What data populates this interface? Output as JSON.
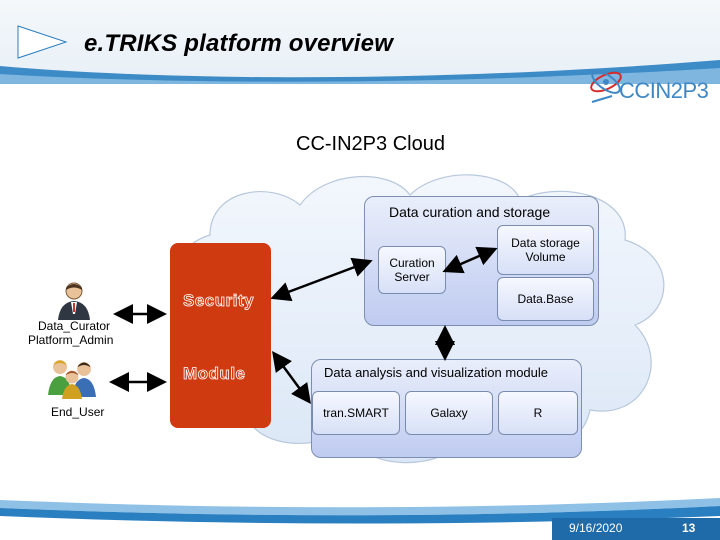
{
  "header": {
    "title": "e.TRIKS platform overview",
    "logo_text": "CCIN2P3"
  },
  "diagram": {
    "cloud_label": "CC-IN2P3 Cloud",
    "storage_panel": {
      "title": "Data curation and storage",
      "curation_server": "Curation Server",
      "storage_volume": "Data storage Volume",
      "database": "Data.Base"
    },
    "security_module": {
      "word1": "Security",
      "word2": "Module"
    },
    "analysis_panel": {
      "title": "Data analysis and visualization module",
      "tools": [
        "tran.SMART",
        "Galaxy",
        "R"
      ]
    },
    "users": {
      "curator_label_1": "Data_Curator",
      "curator_label_2": "Platform_Admin",
      "end_user_label": "End_User"
    }
  },
  "footer": {
    "date": "9/16/2020",
    "page": "13"
  },
  "colors": {
    "accent_blue": "#2a7fc1",
    "security_red": "#d03a10",
    "panel_blue": "#bfcbf0"
  }
}
